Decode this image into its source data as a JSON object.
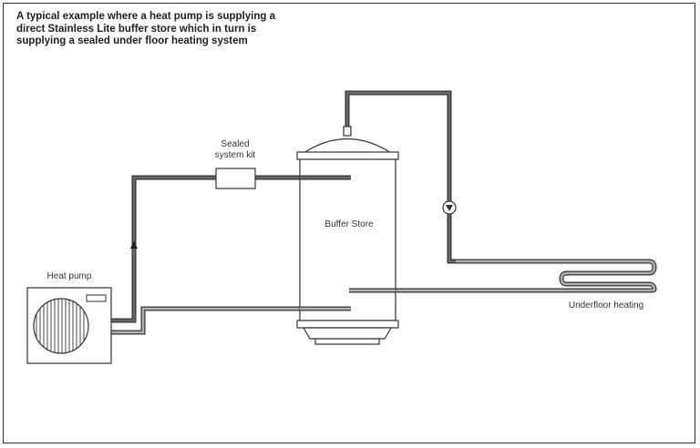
{
  "caption": {
    "line1": "A typical example where a heat pump is supplying a",
    "line2": "direct Stainless Lite buffer store which in turn is",
    "line3": "supplying a sealed under floor heating system"
  },
  "labels": {
    "sealed_kit_line1": "Sealed",
    "sealed_kit_line2": "system kit",
    "heat_pump": "Heat pump",
    "buffer_store": "Buffer Store",
    "underfloor_heating": "Underfloor heating"
  },
  "colors": {
    "flow_pipe": "#555555",
    "return_pipe": "#999999",
    "outline": "#333333"
  }
}
